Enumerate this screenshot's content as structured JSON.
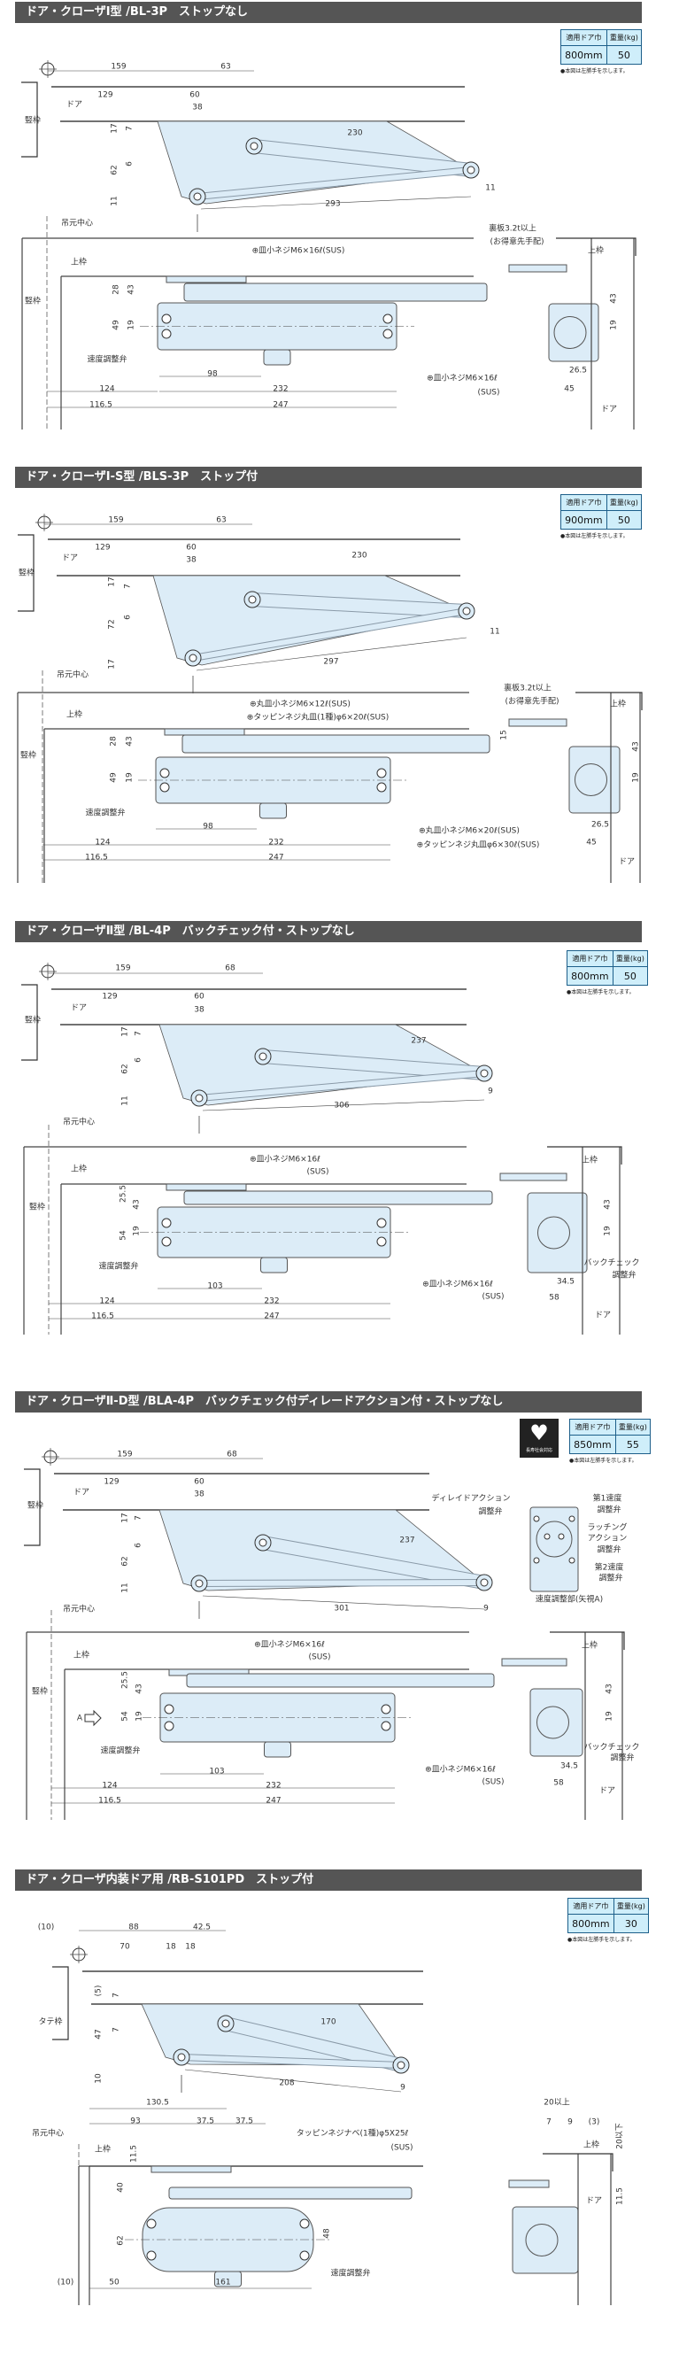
{
  "spec_header": {
    "door_width": "適用ドア巾",
    "weight": "重量(kg)"
  },
  "note": "●本図は左勝手を示します。",
  "colors": {
    "header_bg": "#555555",
    "part_fill": "#dcecf7",
    "table_fill": "#cfeefa",
    "table_border": "#1d5f8a"
  },
  "sections": [
    {
      "title": "ドア・クローザⅠ型 /BL-3P　ストップなし",
      "spec": {
        "door_width": "800mm",
        "weight": "50"
      },
      "texts": [
        "159",
        "63",
        "129",
        "60",
        "38",
        "ドア",
        "竪枠",
        "17",
        "7",
        "62",
        "6",
        "11",
        "230",
        "293",
        "11",
        "吊元中心",
        "裏板3.2t以上",
        "(お得意先手配)",
        "⊕皿小ネジM6×16ℓ(SUS)",
        "上枠",
        "上枠",
        "竪枠",
        "28",
        "43",
        "49",
        "19",
        "速度調整弁",
        "98",
        "124",
        "232",
        "116.5",
        "247",
        "⊕皿小ネジM6×16ℓ",
        "(SUS)",
        "43",
        "19",
        "26.5",
        "45",
        "ドア"
      ]
    },
    {
      "title": "ドア・クローザⅠ-S型 /BLS-3P　ストップ付",
      "spec": {
        "door_width": "900mm",
        "weight": "50"
      },
      "texts": [
        "159",
        "63",
        "129",
        "60",
        "38",
        "ドア",
        "竪枠",
        "17",
        "7",
        "72",
        "6",
        "17",
        "230",
        "11",
        "297",
        "吊元中心",
        "裏板3.2t以上",
        "(お得意先手配)",
        "上枠",
        "上枠",
        "⊕丸皿小ネジM6×12ℓ(SUS)",
        "⊕タッピンネジ丸皿(1種)φ6×20ℓ(SUS)",
        "竪枠",
        "28",
        "43",
        "49",
        "19",
        "速度調整弁",
        "98",
        "124",
        "232",
        "116.5",
        "247",
        "⊕丸皿小ネジM6×20ℓ(SUS)",
        "⊕タッピンネジ丸皿φ6×30ℓ(SUS)",
        "15",
        "43",
        "19",
        "26.5",
        "45",
        "ドア"
      ]
    },
    {
      "title": "ドア・クローザⅡ型 /BL-4P　バックチェック付・ストップなし",
      "spec": {
        "door_width": "800mm",
        "weight": "50"
      },
      "texts": [
        "159",
        "68",
        "129",
        "60",
        "38",
        "ドア",
        "竪枠",
        "17",
        "7",
        "62",
        "6",
        "11",
        "237",
        "9",
        "306",
        "吊元中心",
        "⊕皿小ネジM6×16ℓ",
        "(SUS)",
        "上枠",
        "上枠",
        "竪枠",
        "25.5",
        "43",
        "54",
        "19",
        "速度調整弁",
        "103",
        "124",
        "232",
        "116.5",
        "247",
        "⊕皿小ネジM6×16ℓ",
        "(SUS)",
        "43",
        "19",
        "バックチェック",
        "調整弁",
        "34.5",
        "58",
        "ドア"
      ]
    },
    {
      "title": "ドア・クローザⅡ-D型 /BLA-4P　バックチェック付ディレードアクション付・ストップなし",
      "spec": {
        "door_width": "850mm",
        "weight": "55"
      },
      "badge": "長寿社会対応",
      "texts": [
        "159",
        "68",
        "129",
        "60",
        "38",
        "ドア",
        "竪枠",
        "17",
        "7",
        "62",
        "6",
        "11",
        "237",
        "301",
        "9",
        "吊元中心",
        "ディレイドアクション",
        "調整弁",
        "第1速度",
        "調整弁",
        "ラッチング",
        "アクション",
        "調整弁",
        "第2速度",
        "調整弁",
        "速度調整部(矢視A)",
        "⊕皿小ネジM6×16ℓ",
        "(SUS)",
        "上枠",
        "上枠",
        "竪枠",
        "25.5",
        "43",
        "54",
        "19",
        "A",
        "速度調整弁",
        "103",
        "124",
        "232",
        "116.5",
        "247",
        "⊕皿小ネジM6×16ℓ",
        "(SUS)",
        "43",
        "19",
        "バックチェック",
        "調整弁",
        "34.5",
        "58",
        "ドア"
      ]
    },
    {
      "title": "ドア・クローザ内装ドア用 /RB-S101PD　ストップ付",
      "spec": {
        "door_width": "800mm",
        "weight": "30"
      },
      "texts": [
        "(10)",
        "88",
        "42.5",
        "70",
        "18",
        "18",
        "(5)",
        "7",
        "タテ枠",
        "47",
        "7",
        "10",
        "170",
        "208",
        "9",
        "130.5",
        "93",
        "37.5",
        "37.5",
        "吊元中心",
        "タッピンネジナベ(1種)φ5X25ℓ",
        "(SUS)",
        "上枠",
        "11.5",
        "40",
        "62",
        "48",
        "速度調整弁",
        "(10)",
        "50",
        "161",
        "20以上",
        "7",
        "9",
        "(3)",
        "20以下",
        "上枠",
        "ドア",
        "11.5"
      ]
    }
  ]
}
